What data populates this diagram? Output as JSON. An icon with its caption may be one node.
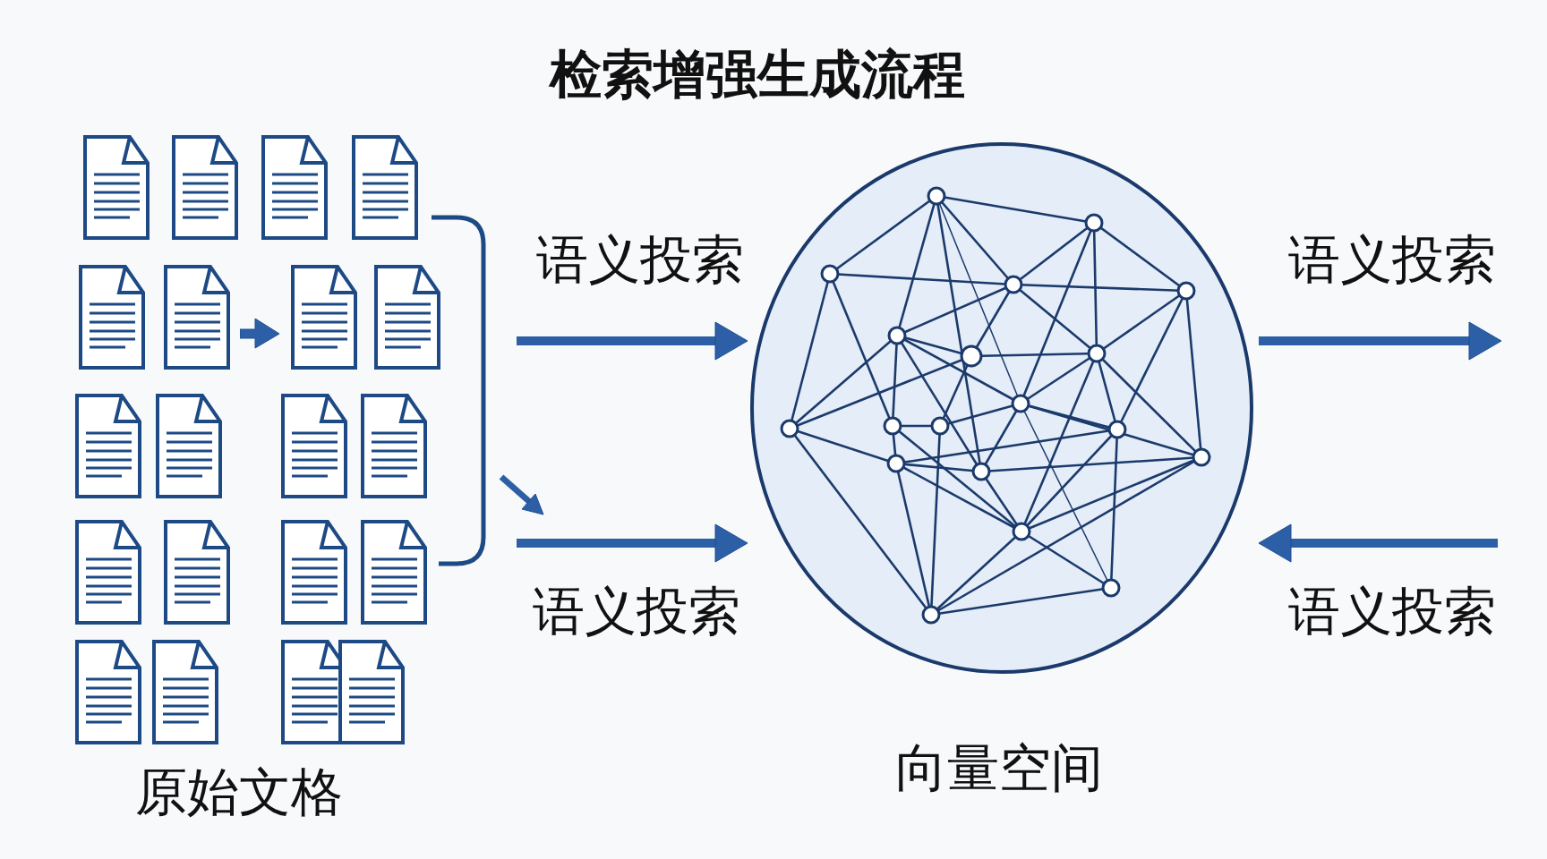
{
  "diagram": {
    "title": "检索增强生成流程",
    "nodes": [
      {
        "text": [
          "原始文格"
        ]
      },
      {
        "text": [
          "向量空间"
        ]
      }
    ],
    "edges": [
      {
        "from": 0,
        "to": 1,
        "arrow": "to",
        "label": "语义投索"
      },
      {
        "from": 0,
        "to": 1,
        "arrow": "to",
        "label": "语义投索"
      },
      {
        "from": 1,
        "to": null,
        "arrow": "to",
        "label": "语义投索"
      },
      {
        "from": null,
        "to": 1,
        "arrow": "to",
        "label": "语义投索"
      }
    ]
  }
}
